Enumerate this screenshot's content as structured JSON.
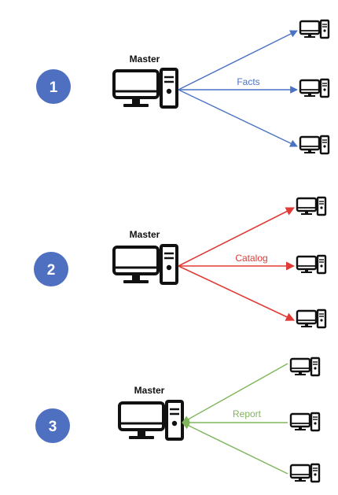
{
  "panels": [
    {
      "step": "1",
      "master_label": "Master",
      "flow_label": "Facts",
      "color": "#4a72c4",
      "direction": "inbound"
    },
    {
      "step": "2",
      "master_label": "Master",
      "flow_label": "Catalog",
      "color": "#e03b36",
      "direction": "outbound"
    },
    {
      "step": "3",
      "master_label": "Master",
      "flow_label": "Report",
      "color": "#7fb55a",
      "direction": "inbound"
    }
  ],
  "colors": {
    "badge": "#4f6fc0",
    "device": "#111111",
    "background": "#ffffff"
  },
  "icons": {
    "node": "desktop-computer-icon",
    "badge": "step-number-badge"
  }
}
